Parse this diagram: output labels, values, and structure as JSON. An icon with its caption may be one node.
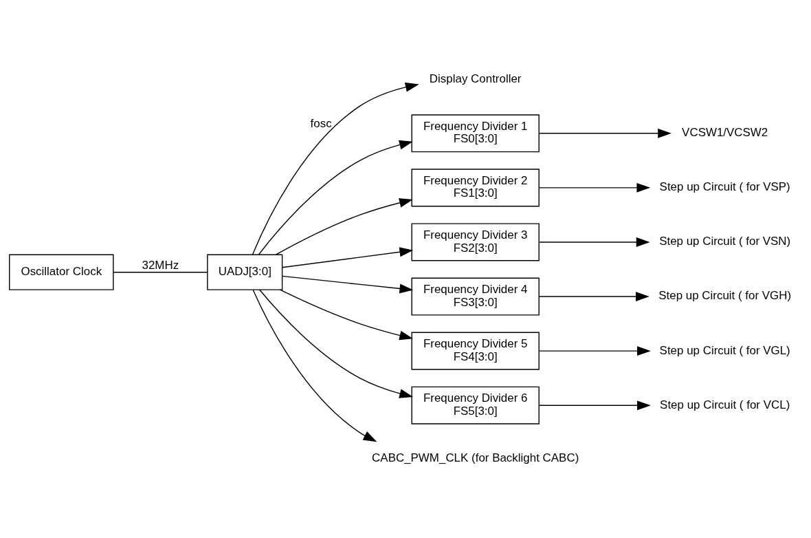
{
  "diagram": {
    "nodes": [
      {
        "text": [
          "Oscillator Clock"
        ]
      },
      {
        "text": [
          "UADJ[3:0]"
        ]
      },
      {
        "text": [
          "Display Controller"
        ]
      },
      {
        "text": [
          "Frequency Divider 1",
          "FS0[3:0]"
        ]
      },
      {
        "text": [
          "Frequency Divider 2",
          "FS1[3:0]"
        ]
      },
      {
        "text": [
          "Frequency Divider 3",
          "FS2[3:0]"
        ]
      },
      {
        "text": [
          "Frequency Divider 4",
          "FS3[3:0]"
        ]
      },
      {
        "text": [
          "Frequency Divider 5",
          "FS4[3:0]"
        ]
      },
      {
        "text": [
          "Frequency Divider 6",
          "FS5[3:0]"
        ]
      },
      {
        "text": [
          "VCSW1/VCSW2"
        ]
      },
      {
        "text": [
          "Step up Circuit ( for VSP)"
        ]
      },
      {
        "text": [
          "Step up Circuit ( for VSN)"
        ]
      },
      {
        "text": [
          "Step up Circuit ( for VGH)"
        ]
      },
      {
        "text": [
          "Step up Circuit ( for VGL)"
        ]
      },
      {
        "text": [
          "Step up Circuit ( for VCL)"
        ]
      },
      {
        "text": [
          "CABC_PWM_CLK (for Backlight CABC)"
        ]
      }
    ],
    "edges": [
      {
        "from": 0,
        "to": 1,
        "arrow": "none",
        "label": "32MHz"
      },
      {
        "from": 1,
        "to": 2,
        "arrow": "to",
        "label": "fosc"
      },
      {
        "from": 1,
        "to": 3,
        "arrow": "to"
      },
      {
        "from": 1,
        "to": 4,
        "arrow": "to"
      },
      {
        "from": 1,
        "to": 5,
        "arrow": "to"
      },
      {
        "from": 1,
        "to": 6,
        "arrow": "to"
      },
      {
        "from": 1,
        "to": 7,
        "arrow": "to"
      },
      {
        "from": 1,
        "to": 8,
        "arrow": "to"
      },
      {
        "from": 1,
        "to": 15,
        "arrow": "to"
      },
      {
        "from": 3,
        "to": 9,
        "arrow": "to"
      },
      {
        "from": 4,
        "to": 10,
        "arrow": "to"
      },
      {
        "from": 5,
        "to": 11,
        "arrow": "to"
      },
      {
        "from": 6,
        "to": 12,
        "arrow": "to"
      },
      {
        "from": 7,
        "to": 13,
        "arrow": "to"
      },
      {
        "from": 8,
        "to": 14,
        "arrow": "to"
      }
    ]
  }
}
